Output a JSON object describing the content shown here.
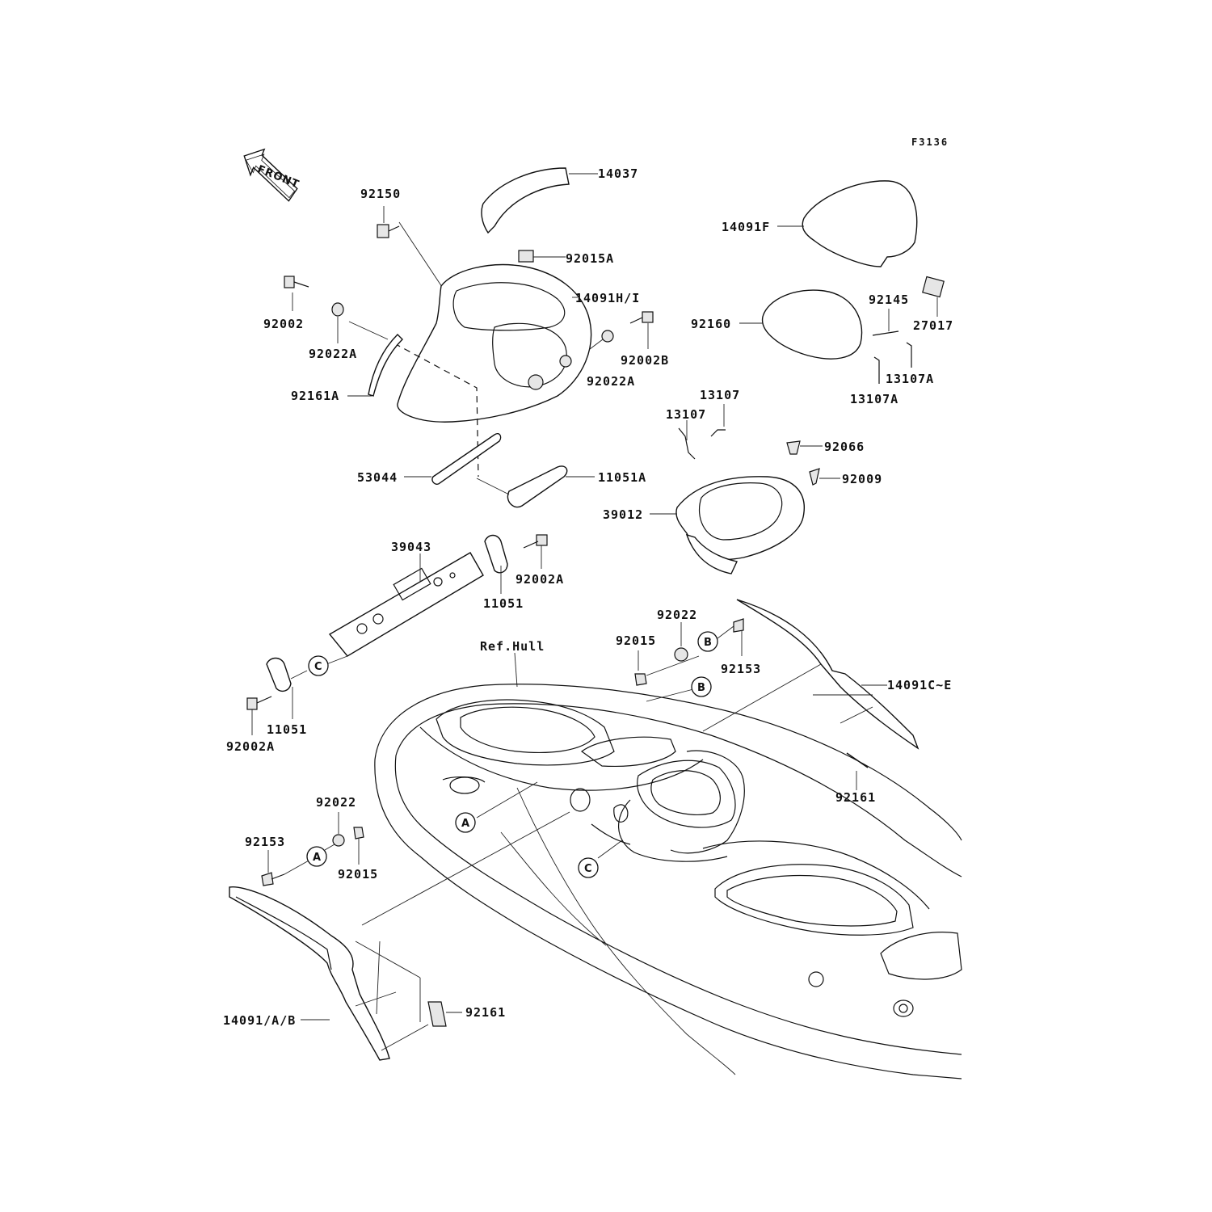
{
  "figure_code": "F3136",
  "front_marker": "FRONT",
  "ref_label": "Ref.Hull",
  "parts": {
    "p14037": "14037",
    "p92150": "92150",
    "p92015A": "92015A",
    "p14091HI": "14091H/I",
    "p92002": "92002",
    "p92022A_left": "92022A",
    "p92002B": "92002B",
    "p92022A_right": "92022A",
    "p92161A": "92161A",
    "p53044": "53044",
    "p11051A": "11051A",
    "p14091F": "14091F",
    "p92145": "92145",
    "p27017": "27017",
    "p92160": "92160",
    "p13107A_right": "13107A",
    "p13107A_left": "13107A",
    "p13107_top": "13107",
    "p13107_left": "13107",
    "p92066": "92066",
    "p92009": "92009",
    "p39012": "39012",
    "p39043": "39043",
    "p92002A_upper": "92002A",
    "p11051_upper": "11051",
    "p92022_upper": "92022",
    "p92015_upper": "92015",
    "p92153_upper": "92153",
    "p14091CE": "14091C~E",
    "p92161_right": "92161",
    "p11051_lower": "11051",
    "p92002A_lower": "92002A",
    "p92022_lower": "92022",
    "p92153_lower": "92153",
    "p92015_lower": "92015",
    "p92161_bottom": "92161",
    "p14091AB": "14091/A/B"
  },
  "callouts": {
    "A": "A",
    "B": "B",
    "C": "C"
  }
}
